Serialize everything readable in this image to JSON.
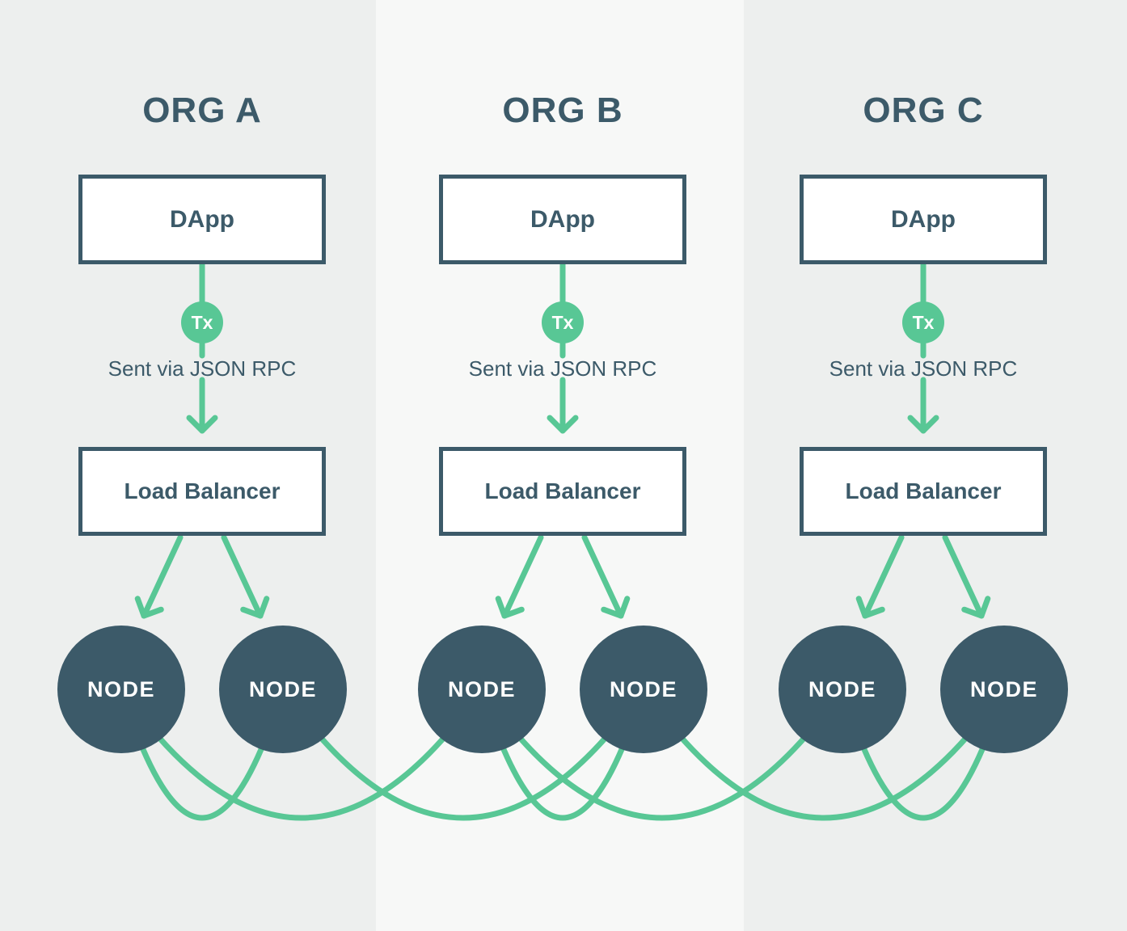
{
  "colors": {
    "green": "#58c795",
    "dark": "#3c5a69",
    "bg_outer": "#edefee",
    "bg_middle": "#f7f8f7",
    "box_bg": "#ffffff",
    "node_text": "#ffffff"
  },
  "orgs": [
    {
      "title": "ORG A",
      "dapp_label": "DApp",
      "tx_badge": "Tx",
      "rpc_caption": "Sent via JSON RPC",
      "lb_label": "Load Balancer",
      "nodes": [
        "NODE",
        "NODE"
      ]
    },
    {
      "title": "ORG B",
      "dapp_label": "DApp",
      "tx_badge": "Tx",
      "rpc_caption": "Sent via JSON RPC",
      "lb_label": "Load Balancer",
      "nodes": [
        "NODE",
        "NODE"
      ]
    },
    {
      "title": "ORG C",
      "dapp_label": "DApp",
      "tx_badge": "Tx",
      "rpc_caption": "Sent via JSON RPC",
      "lb_label": "Load Balancer",
      "nodes": [
        "NODE",
        "NODE"
      ]
    }
  ]
}
